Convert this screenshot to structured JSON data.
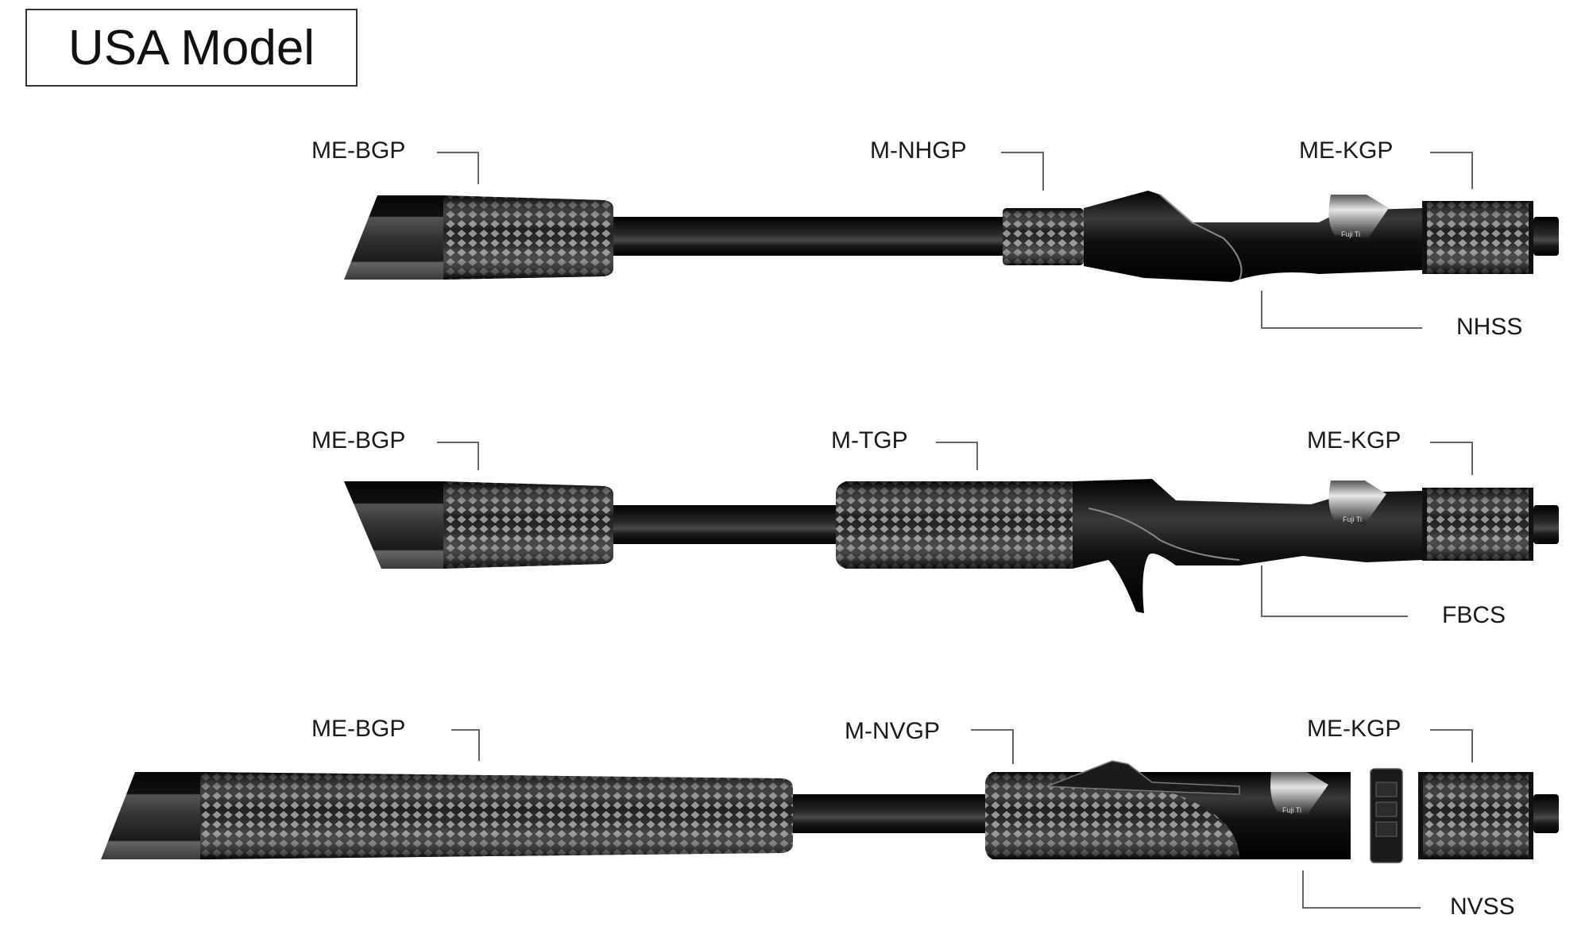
{
  "title": "USA Model",
  "rods": [
    {
      "id": "rod-1",
      "parts": {
        "butt_grip": "ME-BGP",
        "fore_grip": "M-NHGP",
        "winding_check_grip": "ME-KGP",
        "reel_seat": "NHSS"
      },
      "stamp": "Fuji Ti"
    },
    {
      "id": "rod-2",
      "parts": {
        "butt_grip": "ME-BGP",
        "fore_grip": "M-TGP",
        "winding_check_grip": "ME-KGP",
        "reel_seat": "FBCS"
      },
      "stamp": "Fuji Ti"
    },
    {
      "id": "rod-3",
      "parts": {
        "butt_grip": "ME-BGP",
        "fore_grip": "M-NVGP",
        "winding_check_grip": "ME-KGP",
        "reel_seat": "NVSS"
      },
      "stamp": "Fuji Ti"
    }
  ],
  "colors": {
    "blank": "#0d0d0d",
    "weave_dark": "#1a1a1a",
    "weave_light": "#9a9a9a",
    "leader_line": "#666666",
    "hood_metal": "#c8c8c8"
  }
}
